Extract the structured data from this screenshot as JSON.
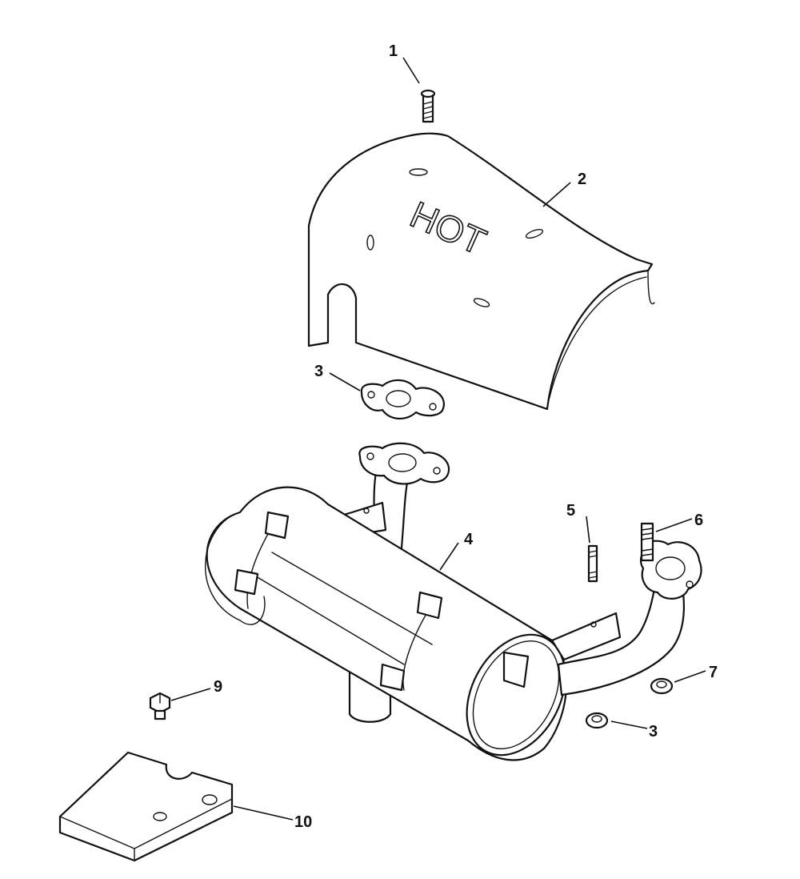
{
  "diagram": {
    "shield_text": "HOT",
    "callouts": [
      {
        "id": "c1",
        "label": "1"
      },
      {
        "id": "c2",
        "label": "2"
      },
      {
        "id": "c3a",
        "label": "3"
      },
      {
        "id": "c4",
        "label": "4"
      },
      {
        "id": "c5",
        "label": "5"
      },
      {
        "id": "c6",
        "label": "6"
      },
      {
        "id": "c7",
        "label": "7"
      },
      {
        "id": "c3b",
        "label": "3"
      },
      {
        "id": "c9",
        "label": "9"
      },
      {
        "id": "c10",
        "label": "10"
      }
    ]
  }
}
